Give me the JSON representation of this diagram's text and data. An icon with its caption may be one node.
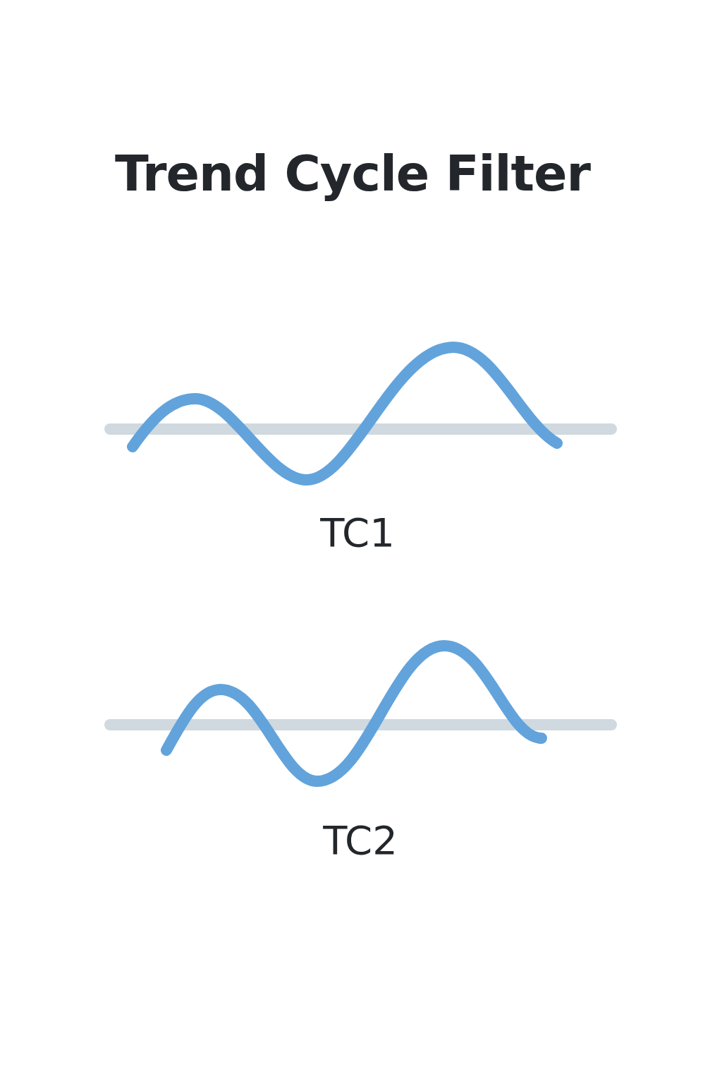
{
  "diagram": {
    "title": "Trend Cycle Filter",
    "labels": [
      "TC1",
      "TC2"
    ]
  }
}
